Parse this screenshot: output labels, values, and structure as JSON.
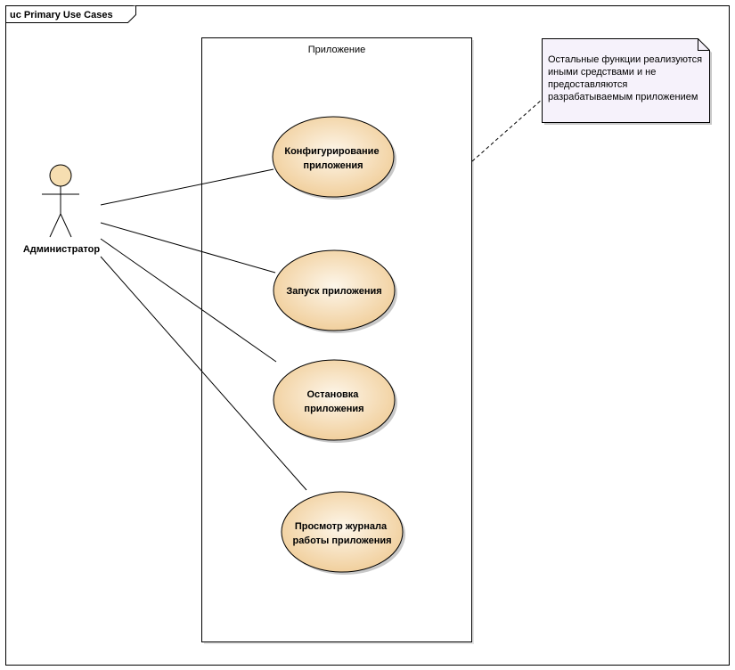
{
  "diagram": {
    "frame_title": "uc Primary Use Cases",
    "system_boundary": "Приложение",
    "actor": "Администратор",
    "use_cases": [
      {
        "lines": [
          "Конфигурирование",
          "приложения"
        ]
      },
      {
        "lines": [
          "Запуск приложения"
        ]
      },
      {
        "lines": [
          "Остановка",
          "приложения"
        ]
      },
      {
        "lines": [
          "Просмотр журнала",
          "работы приложения"
        ]
      }
    ],
    "note": {
      "lines": [
        "Остальные функции реализуются",
        "иными средствами и не",
        "предоставляются",
        "разрабатываемым приложением"
      ]
    }
  },
  "colors": {
    "usecase_fill_light": "#fdf6ea",
    "usecase_fill_dark": "#f0cc96",
    "note_fill": "#f6f2fb",
    "actor_head_fill": "#f6deb1",
    "line": "#000000",
    "shadow": "#c8c8c8"
  }
}
